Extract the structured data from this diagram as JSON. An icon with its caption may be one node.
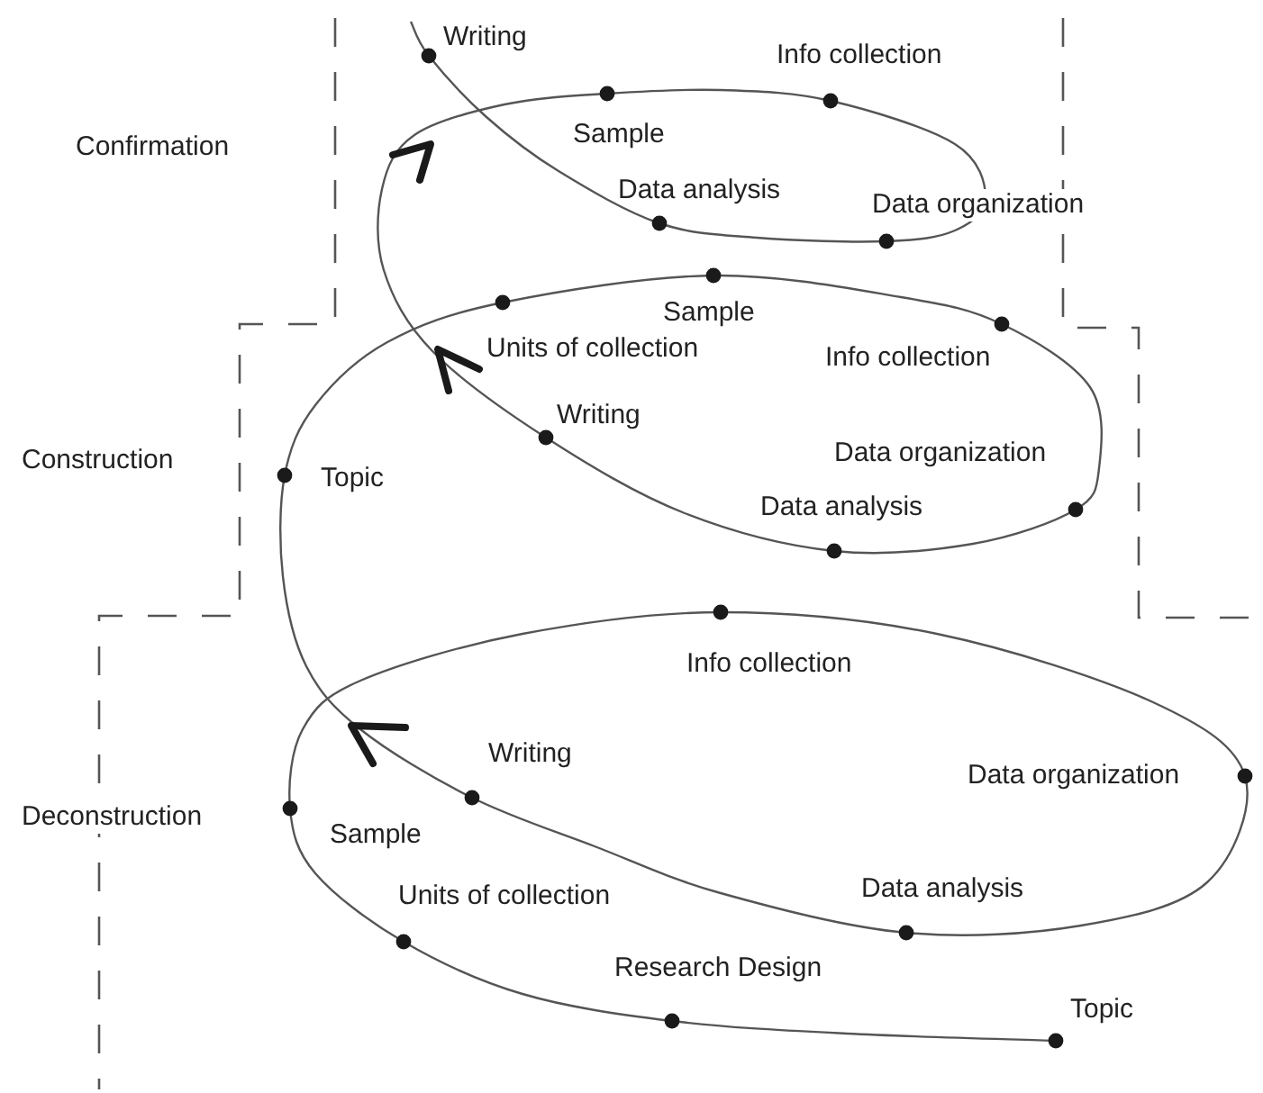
{
  "diagram": {
    "labels": [
      "Writing",
      "Info collection",
      "Confirmation",
      "Sample",
      "Data analysis",
      "Data organization",
      "Sample",
      "Units of collection",
      "Info collection",
      "Construction",
      "Writing",
      "Topic",
      "Data organization",
      "Data analysis",
      "Info collection",
      "Writing",
      "Data organization",
      "Deconstruction",
      "Sample",
      "Units of collection",
      "Data analysis",
      "Research Design",
      "Topic"
    ]
  }
}
